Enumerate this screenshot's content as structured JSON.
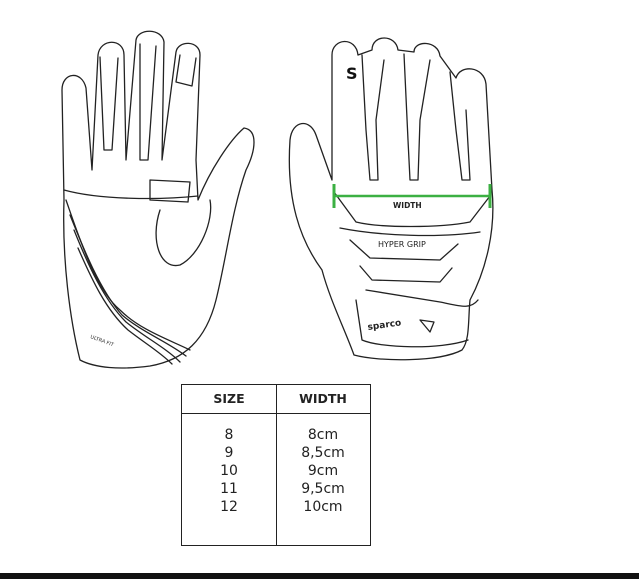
{
  "diagram": {
    "width_label": "WIDTH",
    "grip_label": "HYPER GRIP",
    "brand": "sparco",
    "palm_text": "ULTRA FIT",
    "measure_color": "#3cb043"
  },
  "table": {
    "headers": [
      "SIZE",
      "WIDTH"
    ],
    "rows": [
      [
        "8",
        "8cm"
      ],
      [
        "9",
        "8,5cm"
      ],
      [
        "10",
        "9cm"
      ],
      [
        "11",
        "9,5cm"
      ],
      [
        "12",
        "10cm"
      ]
    ]
  }
}
